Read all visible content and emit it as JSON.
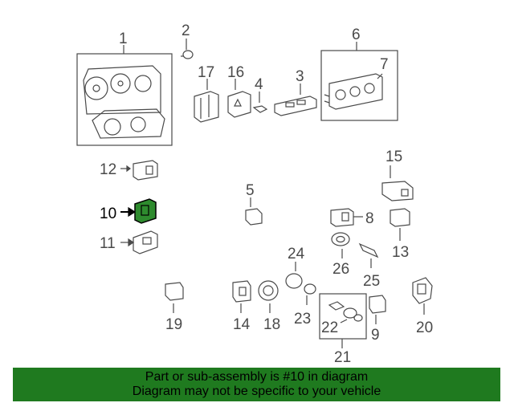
{
  "diagram": {
    "callouts": [
      {
        "id": "1",
        "label": "1"
      },
      {
        "id": "2",
        "label": "2"
      },
      {
        "id": "3",
        "label": "3"
      },
      {
        "id": "4",
        "label": "4"
      },
      {
        "id": "5",
        "label": "5"
      },
      {
        "id": "6",
        "label": "6"
      },
      {
        "id": "7",
        "label": "7"
      },
      {
        "id": "8",
        "label": "8"
      },
      {
        "id": "9",
        "label": "9"
      },
      {
        "id": "10",
        "label": "10"
      },
      {
        "id": "11",
        "label": "11"
      },
      {
        "id": "12",
        "label": "12"
      },
      {
        "id": "13",
        "label": "13"
      },
      {
        "id": "14",
        "label": "14"
      },
      {
        "id": "15",
        "label": "15"
      },
      {
        "id": "16",
        "label": "16"
      },
      {
        "id": "17",
        "label": "17"
      },
      {
        "id": "18",
        "label": "18"
      },
      {
        "id": "19",
        "label": "19"
      },
      {
        "id": "20",
        "label": "20"
      },
      {
        "id": "21",
        "label": "21"
      },
      {
        "id": "22",
        "label": "22"
      },
      {
        "id": "23",
        "label": "23"
      },
      {
        "id": "24",
        "label": "24"
      },
      {
        "id": "25",
        "label": "25"
      },
      {
        "id": "26",
        "label": "26"
      }
    ],
    "highlighted_part": "10",
    "highlight_color": "#2e8b2e",
    "line_color": "#4a4a4a"
  },
  "banner": {
    "line1": "Part or sub-assembly is #10 in diagram",
    "line2": "Diagram may not be specific to your vehicle",
    "background": "#1f7a1f"
  }
}
